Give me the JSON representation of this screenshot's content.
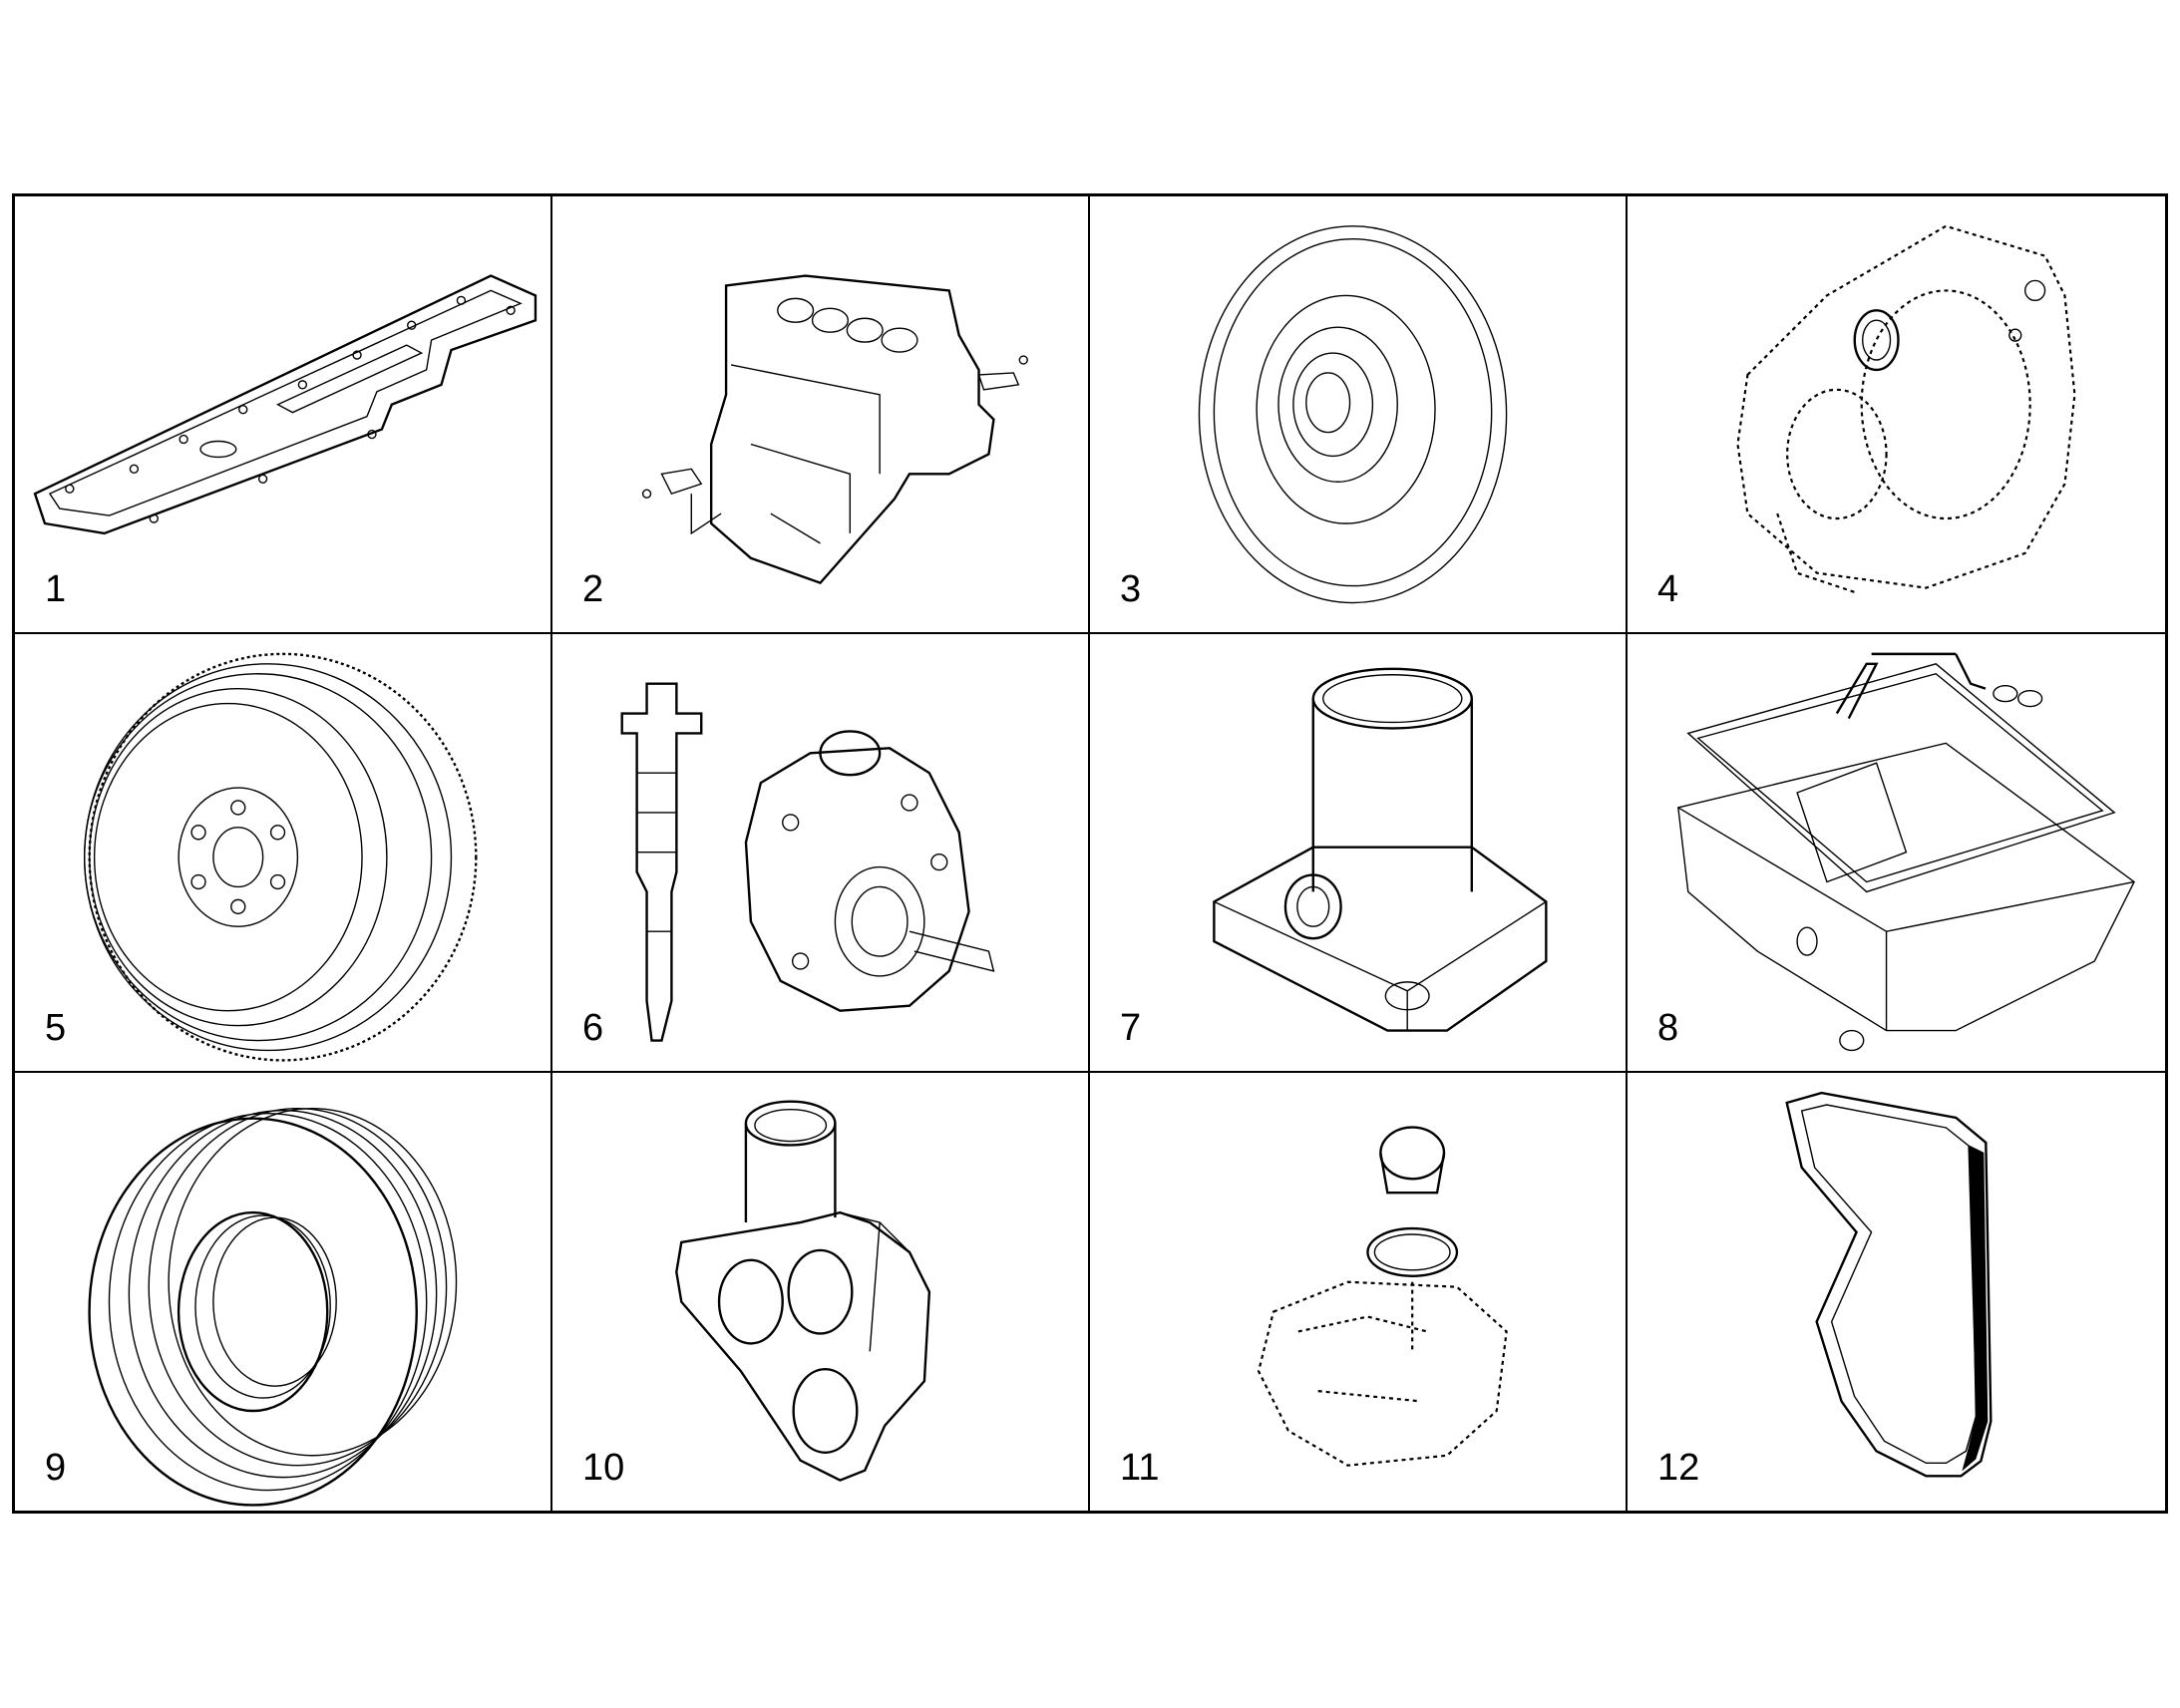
{
  "parts": [
    {
      "number": "1",
      "icon": "valve-cover-icon"
    },
    {
      "number": "2",
      "icon": "engine-block-icon"
    },
    {
      "number": "3",
      "icon": "pulley-damper-icon"
    },
    {
      "number": "4",
      "icon": "flywheel-housing-icon"
    },
    {
      "number": "5",
      "icon": "flywheel-icon"
    },
    {
      "number": "6",
      "icon": "injector-and-pump-icon"
    },
    {
      "number": "7",
      "icon": "housing-tube-icon"
    },
    {
      "number": "8",
      "icon": "oil-pan-icon"
    },
    {
      "number": "9",
      "icon": "crankshaft-pulley-icon"
    },
    {
      "number": "10",
      "icon": "water-outlet-icon"
    },
    {
      "number": "11",
      "icon": "oil-filler-cap-icon"
    },
    {
      "number": "12",
      "icon": "drive-belt-icon"
    }
  ]
}
